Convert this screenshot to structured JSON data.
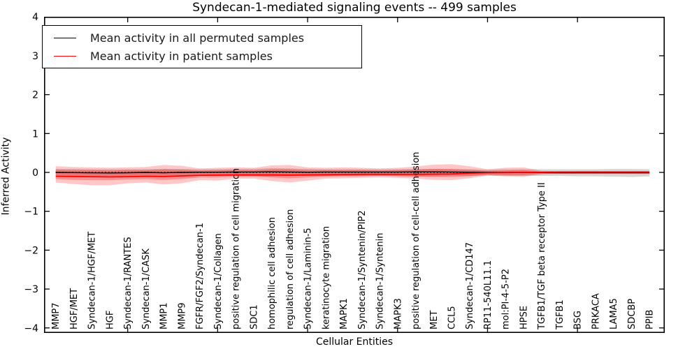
{
  "chart_data": {
    "type": "line",
    "title": "Syndecan-1-mediated signaling events -- 499 samples",
    "xlabel": "Cellular Entities",
    "ylabel": "Inferred Activity",
    "ylim": [
      -4.15,
      4.0
    ],
    "grid": false,
    "yticks": {
      "values": [
        4,
        3,
        2,
        1,
        0,
        -1,
        -2,
        -3,
        -4
      ],
      "labels": [
        "4",
        "3",
        "2",
        "1",
        "0",
        "−1",
        "−2",
        "−3",
        "−4"
      ]
    },
    "xtick_data_positions": [
      5,
      10,
      15,
      20,
      25,
      30
    ],
    "categories": [
      "MMP7",
      "HGF/MET",
      "Syndecan-1/HGF/MET",
      "HGF",
      "Syndecan-1/RANTES",
      "Syndecan-1/CASK",
      "MMP1",
      "MMP9",
      "FGFR/FGF2/Syndecan-1",
      "Syndecan-1/Collagen",
      "positive regulation of cell migration",
      "SDC1",
      "homophilic cell adhesion",
      "regulation of cell adhesion",
      "Syndecan-1/Laminin-5",
      "keratinocyte migration",
      "MAPK1",
      "Syndecan-1/Syntenin/PIP2",
      "Syndecan-1/Syntenin",
      "MAPK3",
      "positive regulation of cell-cell adhesion",
      "MET",
      "CCL5",
      "Syndecan-1/CD147",
      "RP11-540L11.1",
      "mol:PI-4-5-P2",
      "HPSE",
      "TGFB1/TGF beta receptor Type II",
      "TGFB1",
      "BSG",
      "PRKACA",
      "LAMA5",
      "SDCBP",
      "PPIB"
    ],
    "series": [
      {
        "name": "Mean activity in all permuted samples",
        "color": "#000000",
        "style": "solid",
        "values": [
          0.0,
          -0.005,
          -0.01,
          -0.015,
          -0.01,
          0.0,
          -0.01,
          0.0,
          0.005,
          0.005,
          0.01,
          0.01,
          0.015,
          0.01,
          0.005,
          0.01,
          0.01,
          0.01,
          0.01,
          0.01,
          0.015,
          0.015,
          0.01,
          0.005,
          0.0,
          0.0,
          0.0,
          -0.005,
          -0.01,
          -0.01,
          -0.01,
          -0.01,
          -0.01,
          -0.01
        ]
      },
      {
        "name": "Mean activity in patient samples",
        "color": "#ff0000",
        "style": "solid",
        "values": [
          -0.1,
          -0.105,
          -0.11,
          -0.115,
          -0.11,
          -0.1,
          -0.105,
          -0.09,
          -0.075,
          -0.07,
          -0.065,
          -0.065,
          -0.065,
          -0.07,
          -0.065,
          -0.06,
          -0.055,
          -0.05,
          -0.05,
          -0.05,
          -0.05,
          -0.045,
          -0.04,
          -0.02,
          -0.01,
          -0.005,
          0.0,
          0.005,
          0.01,
          0.012,
          0.012,
          0.012,
          0.012,
          0.012
        ]
      }
    ],
    "reference_line": {
      "value": 0,
      "color": "#000000",
      "style": "dotted"
    },
    "bands": [
      {
        "name": "permuted-sample-range",
        "color": "#999999",
        "opacity": 0.4,
        "upper": [
          0.09,
          0.09,
          0.08,
          0.08,
          0.08,
          0.08,
          0.09,
          0.09,
          0.08,
          0.08,
          0.09,
          0.09,
          0.11,
          0.1,
          0.09,
          0.08,
          0.08,
          0.08,
          0.08,
          0.08,
          0.09,
          0.09,
          0.08,
          0.08,
          0.07,
          0.08,
          0.08,
          0.08,
          0.08,
          0.08,
          0.08,
          0.09,
          0.09,
          0.08
        ],
        "lower": [
          -0.1,
          -0.1,
          -0.09,
          -0.09,
          -0.09,
          -0.09,
          -0.1,
          -0.1,
          -0.09,
          -0.09,
          -0.09,
          -0.09,
          -0.11,
          -0.1,
          -0.09,
          -0.09,
          -0.09,
          -0.09,
          -0.09,
          -0.09,
          -0.1,
          -0.1,
          -0.09,
          -0.09,
          -0.08,
          -0.09,
          -0.09,
          -0.09,
          -0.09,
          -0.1,
          -0.1,
          -0.11,
          -0.12,
          -0.1
        ]
      },
      {
        "name": "patient-sample-range-outer",
        "color": "#ff0000",
        "opacity": 0.22,
        "upper": [
          0.16,
          0.14,
          0.13,
          0.12,
          0.13,
          0.14,
          0.19,
          0.17,
          0.1,
          0.12,
          0.13,
          0.12,
          0.18,
          0.19,
          0.13,
          0.12,
          0.13,
          0.12,
          0.1,
          0.12,
          0.15,
          0.2,
          0.21,
          0.16,
          0.08,
          0.12,
          0.13,
          0.04,
          0.03,
          0.03,
          0.03,
          0.03,
          0.03,
          0.03
        ],
        "lower": [
          -0.26,
          -0.3,
          -0.33,
          -0.33,
          -0.28,
          -0.26,
          -0.31,
          -0.28,
          -0.2,
          -0.21,
          -0.16,
          -0.16,
          -0.22,
          -0.26,
          -0.21,
          -0.16,
          -0.15,
          -0.14,
          -0.13,
          -0.14,
          -0.16,
          -0.19,
          -0.2,
          -0.15,
          -0.08,
          -0.1,
          -0.11,
          -0.05,
          -0.04,
          -0.04,
          -0.04,
          -0.04,
          -0.04,
          -0.04
        ]
      },
      {
        "name": "patient-sample-range-inner",
        "color": "#ff0000",
        "opacity": 0.28,
        "upper": [
          0.07,
          0.06,
          0.06,
          0.05,
          0.06,
          0.06,
          0.08,
          0.07,
          0.05,
          0.06,
          0.06,
          0.06,
          0.08,
          0.08,
          0.06,
          0.06,
          0.06,
          0.06,
          0.05,
          0.06,
          0.07,
          0.09,
          0.09,
          0.07,
          0.04,
          0.05,
          0.06,
          0.02,
          0.02,
          0.02,
          0.02,
          0.02,
          0.02,
          0.02
        ],
        "lower": [
          -0.17,
          -0.19,
          -0.2,
          -0.2,
          -0.18,
          -0.17,
          -0.19,
          -0.17,
          -0.13,
          -0.13,
          -0.11,
          -0.11,
          -0.13,
          -0.15,
          -0.13,
          -0.11,
          -0.1,
          -0.1,
          -0.09,
          -0.1,
          -0.11,
          -0.12,
          -0.12,
          -0.1,
          -0.06,
          -0.07,
          -0.07,
          -0.04,
          -0.03,
          -0.03,
          -0.03,
          -0.03,
          -0.03,
          -0.03
        ]
      }
    ],
    "legend": {
      "position": "upper left",
      "entries": [
        {
          "label": "Mean activity in all permuted samples",
          "color": "#000000"
        },
        {
          "label": "Mean activity in patient samples",
          "color": "#ff0000"
        }
      ]
    }
  }
}
